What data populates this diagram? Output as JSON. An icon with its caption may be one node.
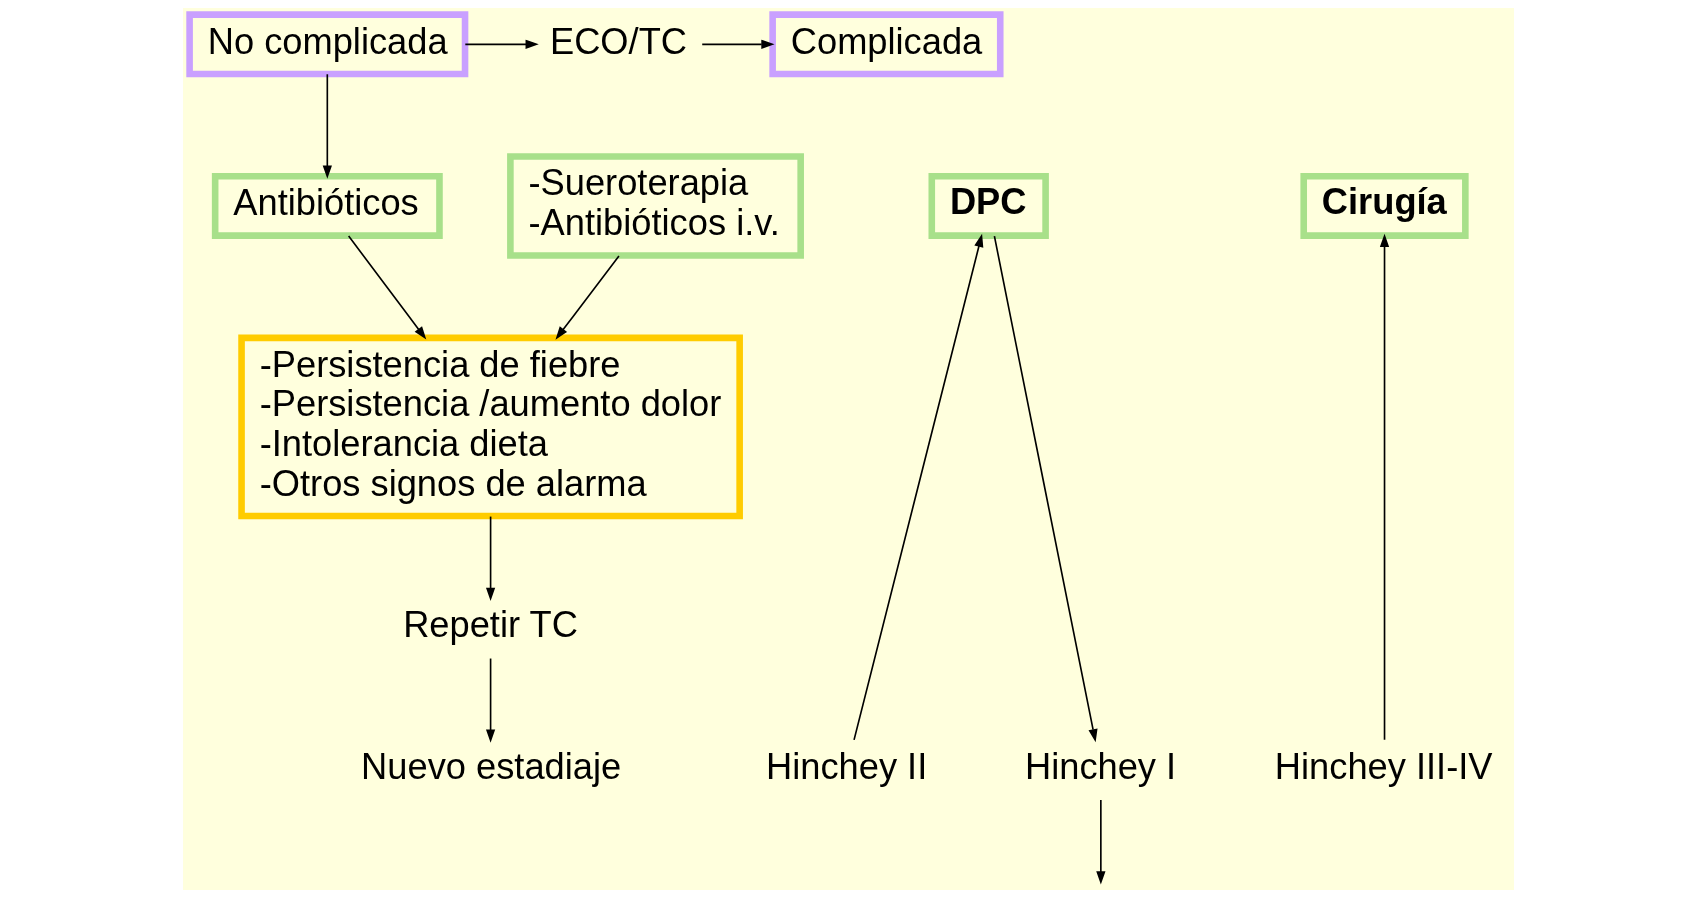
{
  "diagram": {
    "nodes": [
      {
        "text": [
          "No complicada"
        ]
      },
      {
        "text": [
          "ECO/TC"
        ]
      },
      {
        "text": [
          "Complicada"
        ]
      },
      {
        "text": [
          "Hinchey I"
        ]
      },
      {
        "text": [
          "Hinchey II"
        ]
      },
      {
        "text": [
          "Hinchey III-IV"
        ]
      },
      {
        "text": [
          "Nuevo estadiaje"
        ]
      },
      {
        "text": [
          "Repetir TC"
        ]
      },
      {
        "text": [
          "-Persistencia de fiebre",
          "-Persistencia /aumento dolor",
          "-Intolerancia dieta",
          "-Otros signos de alarma"
        ]
      },
      {
        "text": [
          "Antibióticos"
        ]
      },
      {
        "text": [
          "-Sueroterapia",
          "-Antibióticos i.v."
        ]
      },
      {
        "text": [
          "DPC"
        ]
      },
      {
        "text": [
          "Cirugía"
        ]
      }
    ],
    "edges": [
      {
        "from": 0,
        "to": 1,
        "arrow": "to"
      },
      {
        "from": 1,
        "to": 2,
        "arrow": "to"
      },
      {
        "from": 0,
        "to": 9,
        "arrow": "to"
      },
      {
        "from": 7,
        "to": 6,
        "arrow": "to"
      },
      {
        "from": 8,
        "to": 7,
        "arrow": "to"
      },
      {
        "from": 9,
        "to": 8,
        "arrow": "to"
      },
      {
        "from": 10,
        "to": 8,
        "arrow": "to"
      },
      {
        "from": 3,
        "to": null,
        "arrow": "to"
      },
      {
        "from": 11,
        "to": 3,
        "arrow": "to"
      },
      {
        "from": 4,
        "to": 11,
        "arrow": "to"
      },
      {
        "from": 5,
        "to": 12,
        "arrow": "to"
      }
    ]
  }
}
